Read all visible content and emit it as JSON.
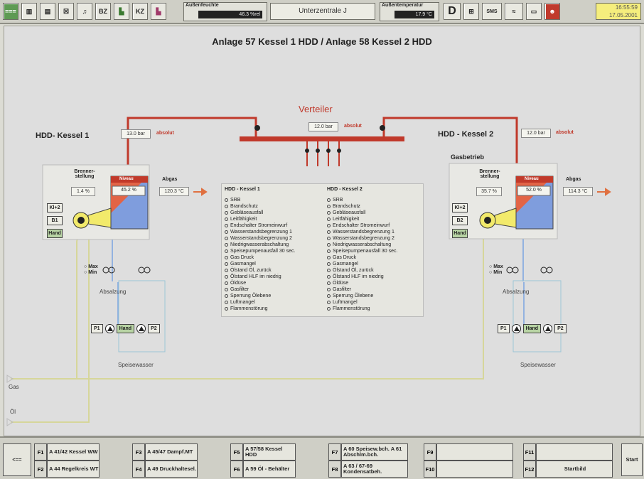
{
  "toolbar": {
    "buttons": [
      {
        "name": "home-icon",
        "label": "===",
        "style": "green"
      },
      {
        "name": "plant-icon",
        "label": "▥"
      },
      {
        "name": "cabinet-icon",
        "label": "▤"
      },
      {
        "name": "close-box-icon",
        "label": "☒"
      },
      {
        "name": "bell-icon",
        "label": "♫"
      },
      {
        "name": "bz-icon",
        "label": "BZ"
      },
      {
        "name": "bar-chart-icon",
        "label": "▙"
      },
      {
        "name": "kz-icon",
        "label": "KZ"
      },
      {
        "name": "bar-chart2-icon",
        "label": "▙"
      }
    ],
    "fields": [
      {
        "label": "Außentemperatur",
        "value": "17.9 °C"
      },
      {
        "label": "Außenfeuchte",
        "value": "46.3 %rel"
      }
    ],
    "station": "Unterzentrale J",
    "right_buttons": [
      {
        "name": "d-button",
        "label": "D"
      },
      {
        "name": "network-icon",
        "label": "⊞"
      },
      {
        "name": "sms-button",
        "label": "SMS"
      },
      {
        "name": "wave-icon",
        "label": "≈"
      },
      {
        "name": "monitor-icon",
        "label": "▭"
      },
      {
        "name": "person-icon",
        "label": "☻",
        "style": "red"
      }
    ],
    "time": "16:55:59",
    "date": "17.05.2001"
  },
  "title": "Anlage 57 Kessel 1 HDD / Anlage 58 Kessel 2 HDD",
  "verteiler": {
    "label": "Verteiler",
    "value": "12.0 bar",
    "status": "absolut"
  },
  "kessel1": {
    "label": "HDD- Kessel 1",
    "pressure": "13.0 bar",
    "status": "absolut",
    "brenner_label": "Brenner-stellung",
    "brenner_value": "1.4 %",
    "level_value": "45.2 %",
    "level_tag": "Niveau",
    "abgas_label": "Abgas",
    "abgas_value": "120.3 °C",
    "ctrl": [
      "Kl+2",
      "B1",
      "Hand"
    ],
    "minmax": [
      "Max",
      "Min"
    ],
    "abschlamm": "Absalzung",
    "pumps": [
      "P1",
      "Hand",
      "P2"
    ],
    "speise": "Speisewasser"
  },
  "kessel2": {
    "label": "HDD - Kessel 2",
    "pressure": "12.0 bar",
    "status": "absolut",
    "mode": "Gasbetrieb",
    "brenner_label": "Brenner-stellung",
    "brenner_value": "35.7 %",
    "level_value": "52.0 %",
    "level_tag": "Niveau",
    "abgas_label": "Abgas",
    "abgas_value": "114.3 °C",
    "ctrl": [
      "Kl+2",
      "B2",
      "Hand"
    ],
    "minmax": [
      "Max",
      "Min"
    ],
    "abschlamm": "Absalzung",
    "pumps": [
      "P1",
      "Hand",
      "P2"
    ],
    "speise": "Speisewasser"
  },
  "legend1": {
    "title": "HDD - Kessel 1",
    "items": [
      "SRB",
      "Brandschutz",
      "Gebläseausfall",
      "Leitfähigkeit",
      "Endschalter Stromeinwurf",
      "Wasserstandsbegrenzung 1",
      "Wasserstandsbegrenzung 2",
      "Niedrigwasserabschaltung",
      "Speisepumpenausfall 30 sec.",
      "Gas Druck",
      "Gasmangel",
      "Ölstand Öl, zurück",
      "Ölstand HLF im niedrig",
      "Öldüse",
      "Gasfilter",
      "Sperrung Ölebene",
      "Luftmangel",
      "Flammenstörung"
    ]
  },
  "legend2": {
    "title": "HDD - Kessel 2",
    "items": [
      "SRB",
      "Brandschutz",
      "Gebläseausfall",
      "Leitfähigkeit",
      "Endschalter Stromeinwurf",
      "Wasserstandsbegrenzung 1",
      "Wasserstandsbegrenzung 2",
      "Niedrigwasserabschaltung",
      "Speisepumpenausfall 30 sec.",
      "Gas Druck",
      "Gasmangel",
      "Ölstand Öl, zurück",
      "Ölstand HLF im niedrig",
      "Öldüse",
      "Gasfilter",
      "Sperrung Ölebene",
      "Luftmangel",
      "Flammenstörung"
    ]
  },
  "fuel": {
    "gas": "Gas",
    "oel": "Öl"
  },
  "fkeys": {
    "back": "<==",
    "start": "Start",
    "row1": [
      {
        "key": "F1",
        "label": "A 41/42 Kessel WW"
      },
      {
        "key": "F3",
        "label": "A 45/47 Dampf.MT"
      },
      {
        "key": "F5",
        "label": "A 57/58 Kessel HDD"
      },
      {
        "key": "F7",
        "label": "A 60 Speisew.bch. A 61 Abschlm.bch."
      },
      {
        "key": "F9",
        "label": ""
      },
      {
        "key": "F11",
        "label": ""
      }
    ],
    "row2": [
      {
        "key": "F2",
        "label": "A 44 Regelkreis WT"
      },
      {
        "key": "F4",
        "label": "A 49 Druckhaltesel."
      },
      {
        "key": "F6",
        "label": "A 59 Öl - Behälter"
      },
      {
        "key": "F8",
        "label": "A 63 / 67-69 Kondensatbeh."
      },
      {
        "key": "F10",
        "label": ""
      },
      {
        "key": "F12",
        "label": "Startbild"
      }
    ]
  },
  "colors": {
    "steam": "#c0392b",
    "water": "#5b8bd9",
    "flue": "#e07040",
    "fuel": "#d8d89a",
    "yellow": "#f2ea6b"
  }
}
